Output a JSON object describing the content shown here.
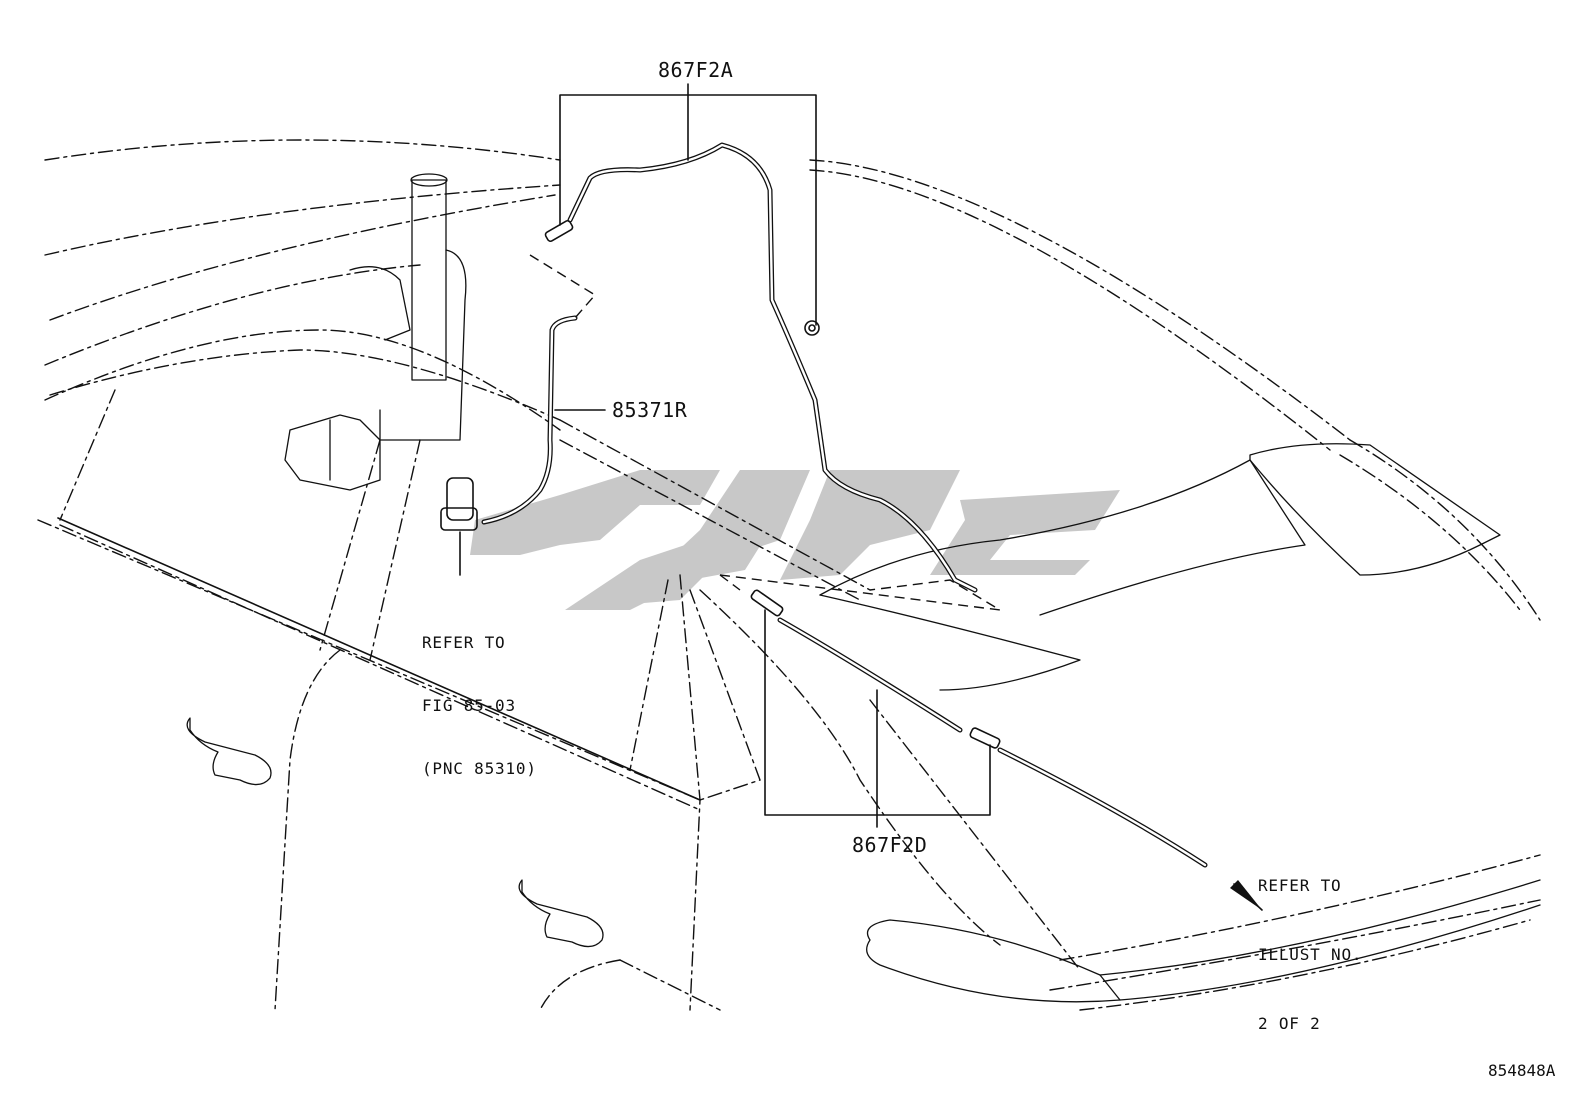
{
  "callouts": {
    "hose_upper": "867F2A",
    "nozzle": "85371R",
    "hose_lower": "867F2D"
  },
  "notes": {
    "pump_ref": [
      "REFER TO",
      "FIG 85-03",
      "(PNC 85310)"
    ],
    "illust_ref": [
      "REFER TO",
      "ILLUST NO.",
      "2 OF 2"
    ]
  },
  "figure_id": "854848A",
  "watermark_text": ""
}
